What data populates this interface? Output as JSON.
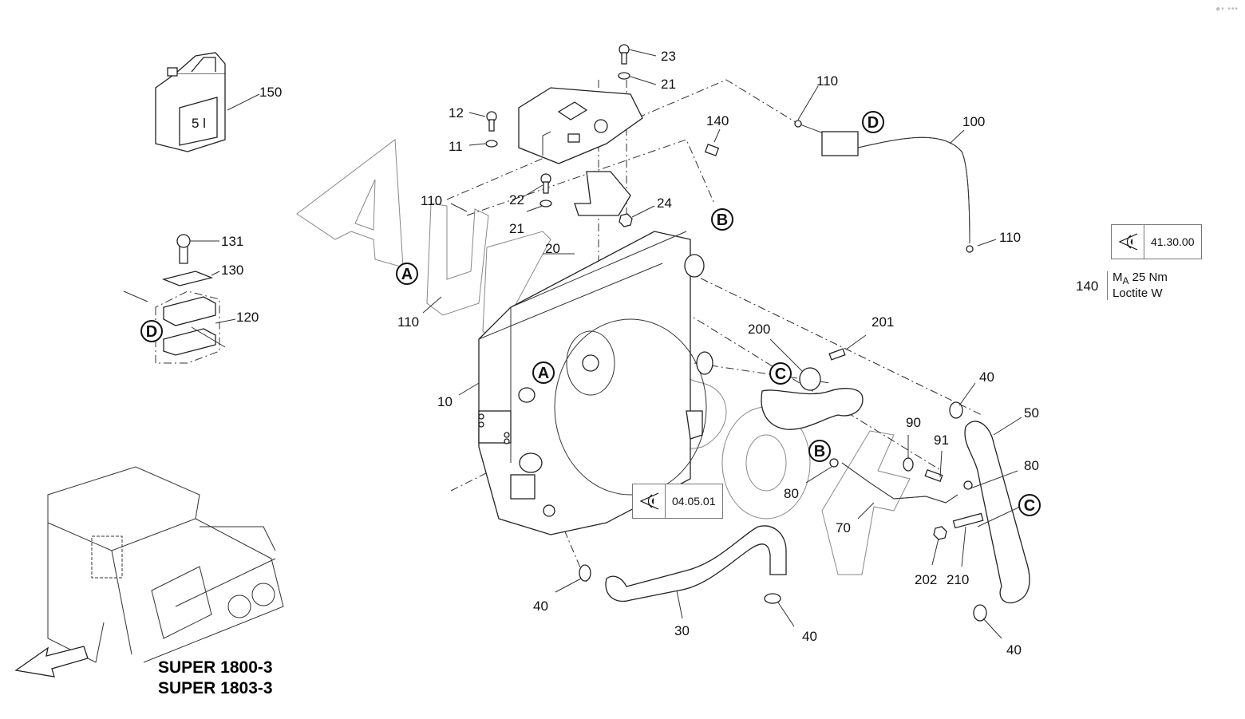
{
  "diagram": {
    "title": "Radiator / coolant expansion tank assembly",
    "models": [
      "SUPER 1800-3",
      "SUPER 1803-3"
    ],
    "watermark": "AutoSoft",
    "container_label": "5 l",
    "references": [
      {
        "code": "41.30.00",
        "icon": "eye-icon"
      },
      {
        "code": "04.05.01",
        "icon": "eye-icon"
      }
    ],
    "torque_note": {
      "part": "140",
      "line1_prefix": "M",
      "line1_sub": "A",
      "line1_value": " 25 Nm",
      "line2": "Loctite W"
    },
    "callouts": [
      "A",
      "A",
      "B",
      "B",
      "C",
      "C",
      "D",
      "D"
    ],
    "part_labels": [
      {
        "id": "p150",
        "text": "150"
      },
      {
        "id": "p131",
        "text": "131"
      },
      {
        "id": "p130",
        "text": "130"
      },
      {
        "id": "p120",
        "text": "120"
      },
      {
        "id": "p23",
        "text": "23"
      },
      {
        "id": "p21a",
        "text": "21"
      },
      {
        "id": "p12",
        "text": "12"
      },
      {
        "id": "p11",
        "text": "11"
      },
      {
        "id": "p140",
        "text": "140"
      },
      {
        "id": "p22",
        "text": "22"
      },
      {
        "id": "p21b",
        "text": "21"
      },
      {
        "id": "p24",
        "text": "24"
      },
      {
        "id": "p110a",
        "text": "110"
      },
      {
        "id": "p110b",
        "text": "110"
      },
      {
        "id": "p110c",
        "text": "110"
      },
      {
        "id": "p110d",
        "text": "110"
      },
      {
        "id": "p100",
        "text": "100"
      },
      {
        "id": "p20",
        "text": "20"
      },
      {
        "id": "p10",
        "text": "10"
      },
      {
        "id": "p200",
        "text": "200"
      },
      {
        "id": "p201",
        "text": "201"
      },
      {
        "id": "p40a",
        "text": "40"
      },
      {
        "id": "p50",
        "text": "50"
      },
      {
        "id": "p90",
        "text": "90"
      },
      {
        "id": "p91",
        "text": "91"
      },
      {
        "id": "p80a",
        "text": "80"
      },
      {
        "id": "p80b",
        "text": "80"
      },
      {
        "id": "p70",
        "text": "70"
      },
      {
        "id": "p202",
        "text": "202"
      },
      {
        "id": "p210",
        "text": "210"
      },
      {
        "id": "p40b",
        "text": "40"
      },
      {
        "id": "p30",
        "text": "30"
      },
      {
        "id": "p40c",
        "text": "40"
      },
      {
        "id": "p40d",
        "text": "40"
      }
    ]
  }
}
